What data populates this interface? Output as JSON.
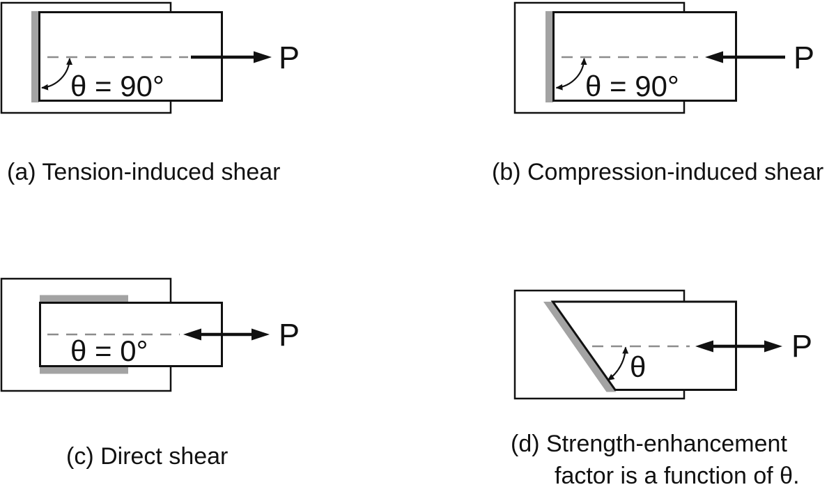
{
  "figure": {
    "description": "Four shear test configurations of bonded specimens",
    "colors": {
      "line": "#111111",
      "adhesive_bond": "#a3a3a3",
      "centerline_dash": "#8c8c8c",
      "background": "#ffffff"
    },
    "panels": {
      "a": {
        "caption": "(a) Tension-induced shear",
        "angle_label": "θ = 90°",
        "load_label": "P"
      },
      "b": {
        "caption": "(b) Compression-induced shear",
        "angle_label": "θ = 90°",
        "load_label": "P"
      },
      "c": {
        "caption": "(c) Direct shear",
        "angle_label": "θ = 0°",
        "load_label": "P"
      },
      "d": {
        "caption_line1": "(d) Strength-enhancement",
        "caption_line2": "factor is a function of θ.",
        "angle_label": "θ",
        "load_label": "P"
      }
    }
  }
}
